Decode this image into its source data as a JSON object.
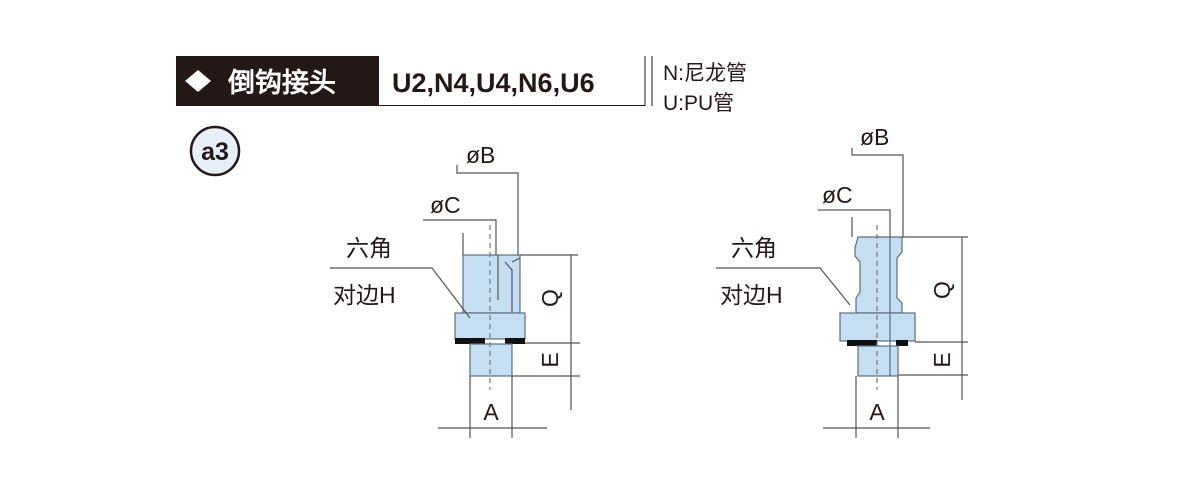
{
  "header": {
    "bullet_icon": "diamond-icon",
    "title": "倒钩接头",
    "models": "U2,N4,U4,N6,U6"
  },
  "legend": {
    "n": "N:尼龙管",
    "u": "U:PU管"
  },
  "badge": "a3",
  "drawings": [
    {
      "B": "øB",
      "C": "øC",
      "hex_line1": "六角",
      "hex_line2": "对边H",
      "Q": "Q",
      "E": "E",
      "A": "A"
    },
    {
      "B": "øB",
      "C": "øC",
      "hex_line1": "六角",
      "hex_line2": "对边H",
      "Q": "Q",
      "E": "E",
      "A": "A"
    }
  ],
  "colors": {
    "header_bg": "#231815",
    "part_fill": "#c6def2",
    "badge_fill": "#e6eef8"
  }
}
